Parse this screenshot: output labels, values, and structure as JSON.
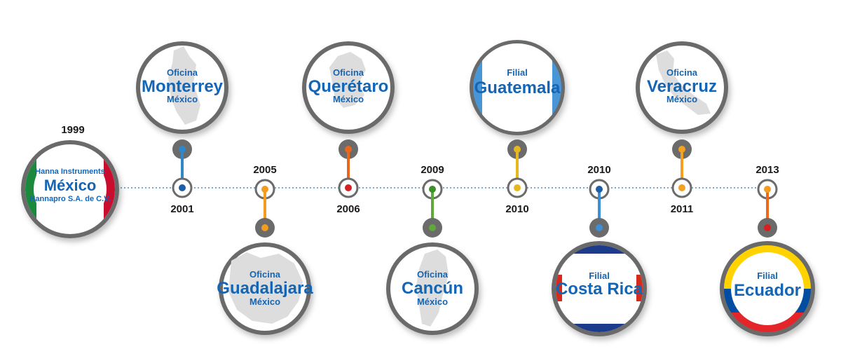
{
  "origin": {
    "year": "1999",
    "line1": "Hanna Instruments",
    "line2": "México",
    "line3": "Hannapro S.A. de C.V."
  },
  "milestones": [
    {
      "id": "monterrey",
      "year": "2001",
      "kind": "Oficina",
      "name": "Monterrey",
      "country": "México",
      "color": "#2f86c8"
    },
    {
      "id": "guadalajara",
      "year": "2005",
      "kind": "Oficina",
      "name": "Guadalajara",
      "country": "México",
      "color": "#f39c1d"
    },
    {
      "id": "queretaro",
      "year": "2006",
      "kind": "Oficina",
      "name": "Querétaro",
      "country": "México",
      "color": "#e8661e"
    },
    {
      "id": "cancun",
      "year": "2009",
      "kind": "Oficina",
      "name": "Cancún",
      "country": "México",
      "color": "#5fa83a"
    },
    {
      "id": "guatemala",
      "year": "2010",
      "kind": "Filial",
      "name": "Guatemala",
      "country": "",
      "color": "#e6b820"
    },
    {
      "id": "costarica",
      "year": "2010",
      "kind": "Filial",
      "name": "Costa Rica",
      "country": "",
      "color": "#3b8fd6"
    },
    {
      "id": "veracruz",
      "year": "2011",
      "kind": "Oficina",
      "name": "Veracruz",
      "country": "México",
      "color": "#f4a020"
    },
    {
      "id": "ecuador",
      "year": "2013",
      "kind": "Filial",
      "name": "Ecuador",
      "country": "",
      "color": "#ee6a1a"
    }
  ],
  "colors": {
    "ring": "#6b6b6b",
    "text": "#1565b5",
    "axis": "#4a8fc9",
    "map": "#dddddd",
    "mexico_green": "#1f8a3e",
    "mexico_red": "#c8102e",
    "guatemala_blue": "#4a96d6",
    "costarica_blue": "#1f3a8a",
    "costarica_red": "#d52b1e",
    "ecuador_yellow": "#ffd200",
    "ecuador_blue": "#034ea2",
    "ecuador_red": "#e4272c"
  }
}
